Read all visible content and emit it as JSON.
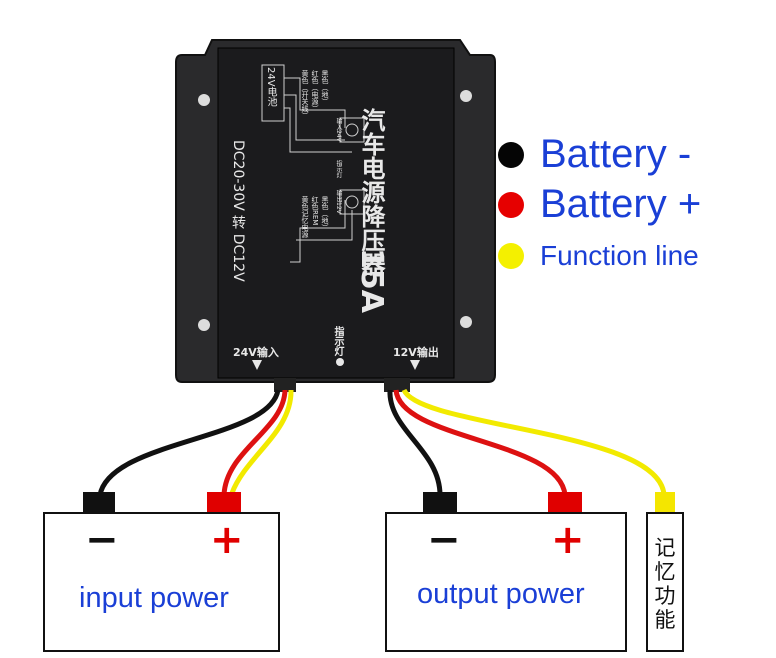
{
  "legend": [
    {
      "label": "Battery -",
      "color": "#050505"
    },
    {
      "label": "Battery +",
      "color": "#e60000"
    },
    {
      "label": "Function line",
      "color": "#f4f000"
    }
  ],
  "device": {
    "title_cn": "汽车电源降压器",
    "rating": "15A",
    "conversion": "DC20-30V 转 DC12V",
    "battery_tag": "24V电池",
    "input_port": "24V输入",
    "indicator": "指示灯",
    "output_port": "12V输出",
    "wire_notes": [
      "黄色（开关线）",
      "红色（电源）",
      "黑色（地）",
      "黄色记忆电源",
      "红色REM",
      "黑色（地）"
    ],
    "diagram_tags": [
      "输入24V",
      "指示灯",
      "输出12V"
    ],
    "colors": {
      "body": "#1b1b1d",
      "bracket": "#2a2a2c"
    }
  },
  "input_box": {
    "minus": "−",
    "plus": "+",
    "label": "input power"
  },
  "output_box": {
    "minus": "−",
    "plus": "+",
    "label": "output power"
  },
  "memory_box": {
    "label": "记忆功能"
  },
  "wire_colors": {
    "black": "#111111",
    "red": "#dd1111",
    "yellow": "#f2ea00"
  }
}
